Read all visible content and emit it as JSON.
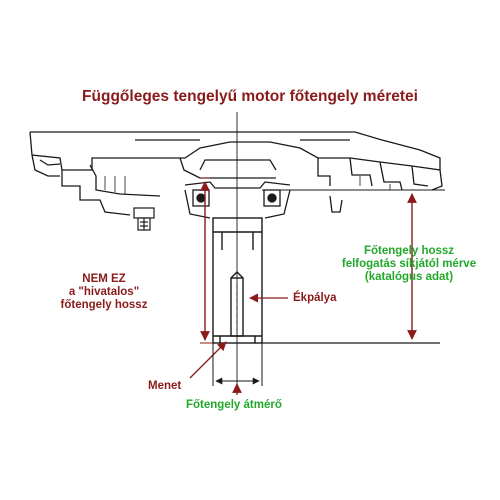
{
  "title": "Függőleges tengelyű motor főtengely méretei",
  "labels": {
    "not_official_line1": "NEM EZ",
    "not_official_line2": "a \"hivatalos\"",
    "not_official_line3": "főtengely hossz",
    "keyway": "Ékpálya",
    "thread": "Menet",
    "diameter": "Főtengely átmérő",
    "official_line1": "Főtengely hossz",
    "official_line2": "felfogatás síkjától mérve",
    "official_line3": "(katalógus adat)"
  },
  "colors": {
    "title": "#8b1a1a",
    "red_annotation": "#8b1a1a",
    "green_annotation": "#22a82a",
    "linework": "#1a1a1a"
  }
}
